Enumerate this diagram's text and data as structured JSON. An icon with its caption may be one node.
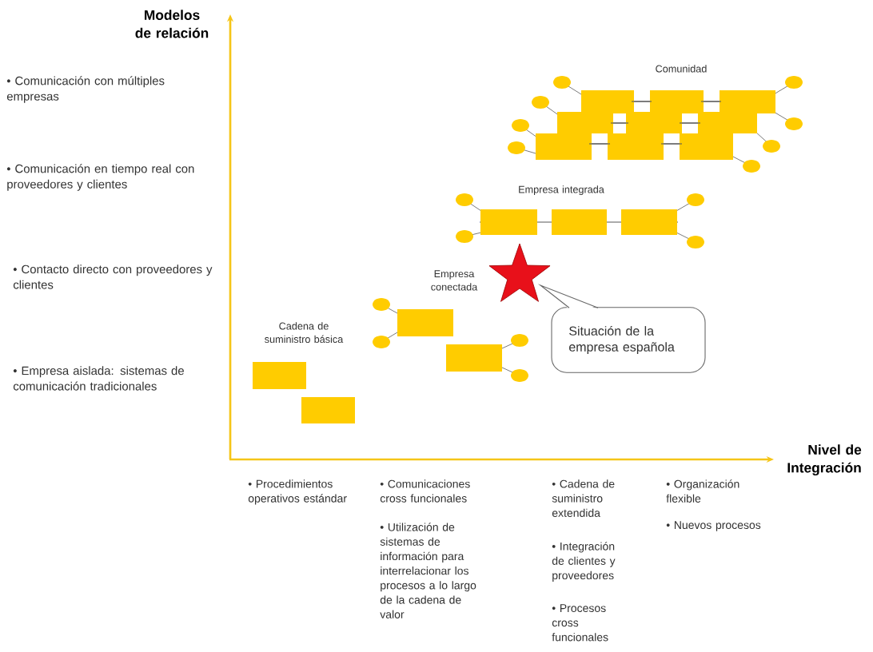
{
  "diagram": {
    "nodes": [
      {
        "text": [
          "Situación de la empresa española"
        ]
      },
      {
        "text": [],
        "shape": "star"
      }
    ],
    "labels": [
      "Modelos de relación",
      "Comunidad",
      "• Comunicación con múltiples empresas",
      "• Comunicación en tiempo real con proveedores y clientes",
      "Empresa integrada",
      "Empresa conectada",
      "• Contacto directo con proveedores y clientes",
      "Cadena de suministro básica",
      "• Empresa aislada: sistemas de comunicación tradicionales",
      "Nivel de Integración",
      "• Procedimientos operativos estándar",
      "• Comunicaciones cross funcionales",
      "• Utilización de sistemas de información para interrelacionar los procesos a lo largo de la cadena de valor",
      "• Cadena de suministro extendida",
      "• Integración de clientes y proveedores",
      "• Procesos cross funcionales",
      "• Organización flexible",
      "• Nuevos procesos"
    ]
  }
}
